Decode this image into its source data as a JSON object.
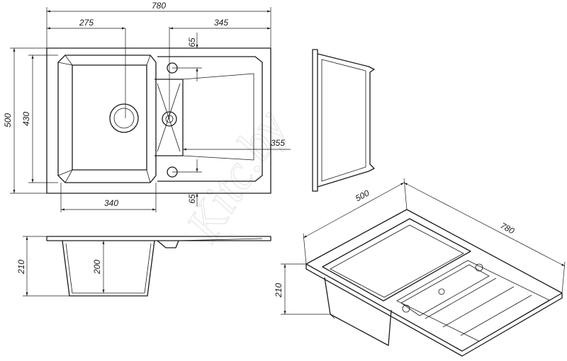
{
  "watermark": "Kitc.by",
  "top_view": {
    "overall_width": "780",
    "bowl_width": "275",
    "drainer_width": "345",
    "hole_offset_top": "65",
    "hole_offset_bottom": "65",
    "drain_depth": "355",
    "overall_height": "500",
    "bowl_height": "430",
    "bowl_bottom_width": "340"
  },
  "front_view": {
    "total_depth": "210",
    "bowl_depth": "200"
  },
  "iso_view": {
    "depth_label": "500",
    "width_label": "780",
    "height_label": "210"
  }
}
